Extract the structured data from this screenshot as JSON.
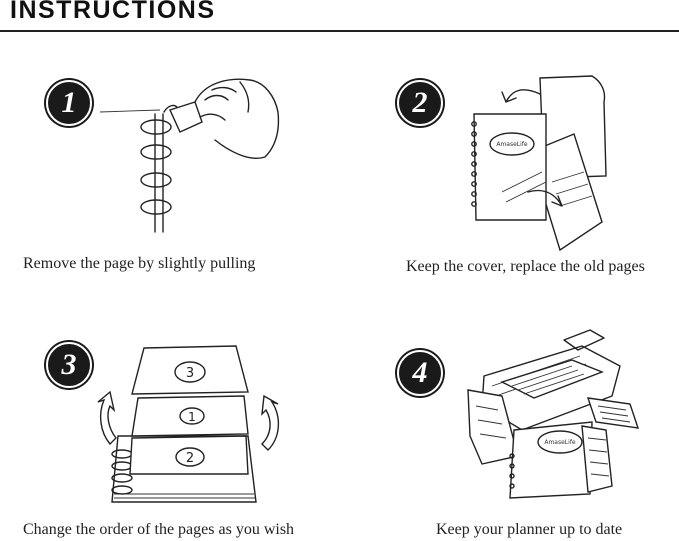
{
  "header": {
    "title": "INSTRUCTIONS"
  },
  "steps": [
    {
      "number": "1",
      "caption": "Remove the page by slightly pulling"
    },
    {
      "number": "2",
      "caption": "Keep the cover, replace the old pages"
    },
    {
      "number": "3",
      "caption": "Change the order of the pages as you wish"
    },
    {
      "number": "4",
      "caption": "Keep your planner up to date"
    }
  ],
  "page_labels": {
    "top": "3",
    "middle": "1",
    "bottom": "2"
  },
  "logo_text": "AmaseLife"
}
